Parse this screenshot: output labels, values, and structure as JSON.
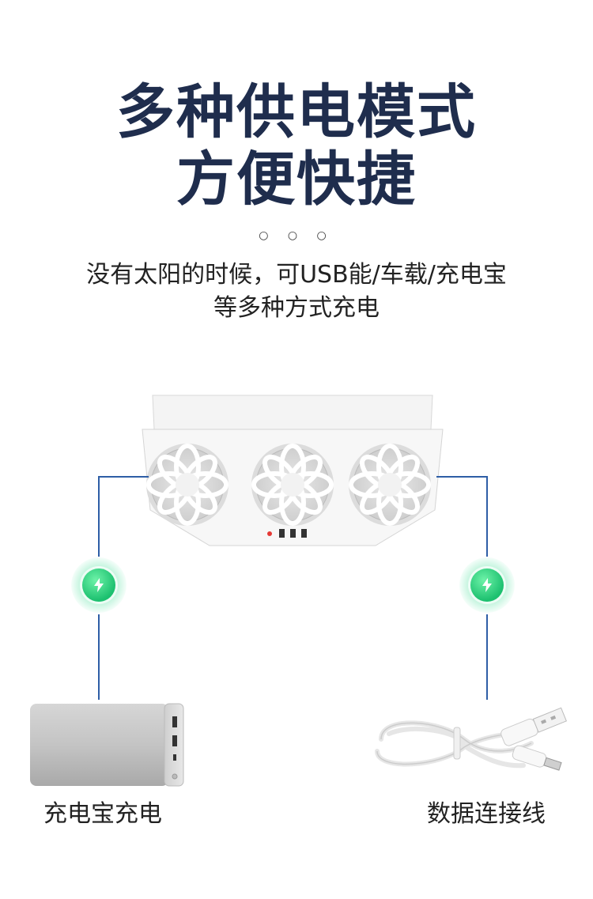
{
  "headline": {
    "line1": "多种供电模式",
    "line2": "方便快捷"
  },
  "dots": "○ ○ ○",
  "subtitle": {
    "line1": "没有太阳的时候，可USB能/车载/充电宝",
    "line2": "等多种方式充电"
  },
  "labels": {
    "left": "充电宝充电",
    "right": "数据连接线"
  },
  "colors": {
    "headline": "#1f2d4d",
    "connector_line": "#2e5ea6",
    "badge_green": "#1cc06f"
  },
  "icons": {
    "badge": "lightning-bolt-icon",
    "product": "solar-three-fan-unit",
    "power_bank": "power-bank",
    "cable": "usb-cable"
  }
}
